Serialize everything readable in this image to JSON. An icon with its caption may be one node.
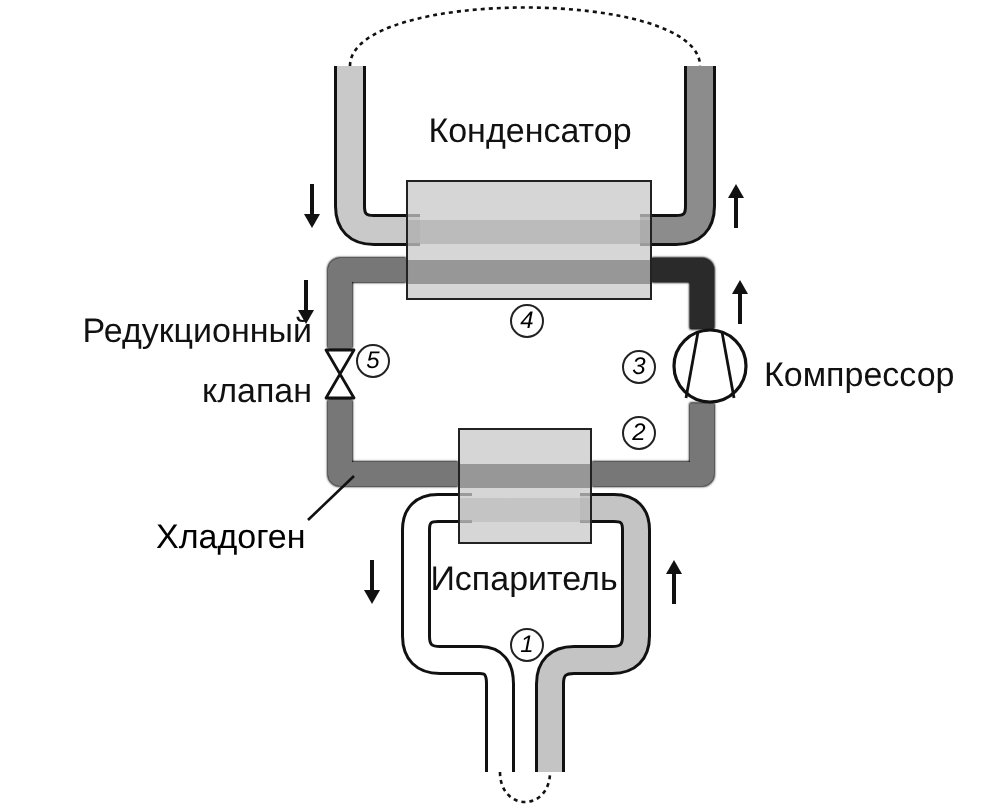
{
  "diagram": {
    "nodes": [
      {
        "text": [
          "Конденсатор"
        ]
      },
      {
        "text": [
          "Испаритель"
        ]
      },
      {
        "text": [],
        "shape": "circle",
        "beside": [
          "Компрессор"
        ]
      },
      {
        "text": [],
        "shape": "valve",
        "beside": [
          "Редукционный клапан"
        ]
      },
      {
        "text": [
          "Хладоген"
        ]
      }
    ],
    "edges": [
      {
        "from": 2,
        "to": 0,
        "arrow": "none",
        "color": "#2a2a2a"
      },
      {
        "from": 0,
        "to": 3,
        "arrow": "none"
      },
      {
        "from": 3,
        "to": 1,
        "arrow": "none"
      },
      {
        "from": 1,
        "to": 2,
        "arrow": "none"
      },
      {
        "from": 4,
        "to": null,
        "arrow": "none",
        "color": "#111111"
      }
    ],
    "labels": [
      "4",
      "5",
      "3",
      "2",
      "1"
    ]
  }
}
